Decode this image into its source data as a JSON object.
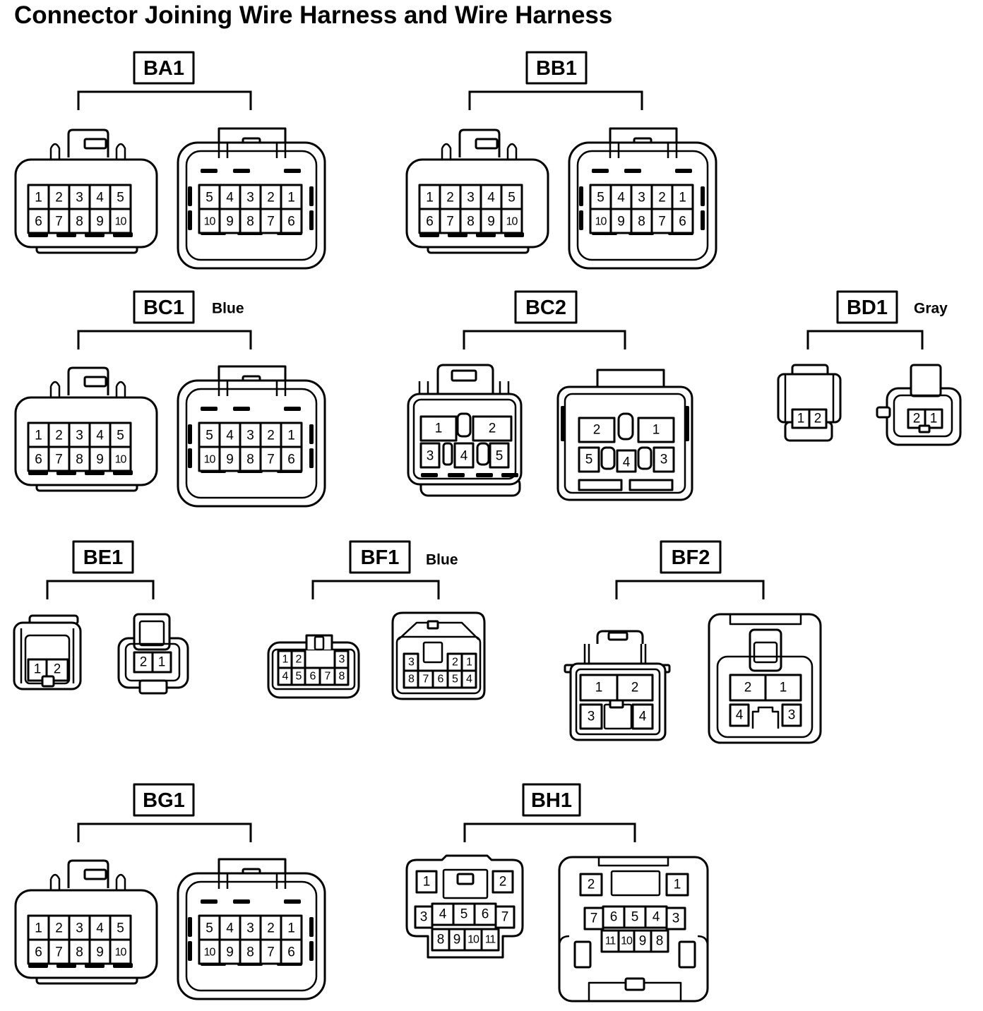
{
  "title": "Connector Joining Wire Harness and Wire Harness",
  "groups": {
    "BA1": {
      "label": "BA1",
      "color": ""
    },
    "BB1": {
      "label": "BB1",
      "color": ""
    },
    "BC1": {
      "label": "BC1",
      "color": "Blue"
    },
    "BC2": {
      "label": "BC2",
      "color": ""
    },
    "BD1": {
      "label": "BD1",
      "color": "Gray"
    },
    "BE1": {
      "label": "BE1",
      "color": ""
    },
    "BF1": {
      "label": "BF1",
      "color": "Blue"
    },
    "BF2": {
      "label": "BF2",
      "color": ""
    },
    "BG1": {
      "label": "BG1",
      "color": ""
    },
    "BH1": {
      "label": "BH1",
      "color": ""
    }
  },
  "pinouts": {
    "ten_pin_male": [
      "1",
      "2",
      "3",
      "4",
      "5",
      "6",
      "7",
      "8",
      "9",
      "10"
    ],
    "ten_pin_female": [
      "5",
      "4",
      "3",
      "2",
      "1",
      "10",
      "9",
      "8",
      "7",
      "6"
    ],
    "bc2_male": [
      "1",
      "2",
      "3",
      "4",
      "5"
    ],
    "bc2_female": [
      "2",
      "1",
      "5",
      "4",
      "3"
    ],
    "two_pin_male": [
      "1",
      "2"
    ],
    "two_pin_female": [
      "2",
      "1"
    ],
    "bf1_male": [
      "1",
      "2",
      "3",
      "4",
      "5",
      "6",
      "7",
      "8"
    ],
    "bf1_female": [
      "3",
      "2",
      "1",
      "8",
      "7",
      "6",
      "5",
      "4"
    ],
    "bf2_male": [
      "1",
      "2",
      "3",
      "4"
    ],
    "bf2_female": [
      "2",
      "1",
      "4",
      "3"
    ],
    "bh1_male": [
      "1",
      "2",
      "3",
      "4",
      "5",
      "6",
      "7",
      "8",
      "9",
      "10",
      "11"
    ],
    "bh1_female": [
      "2",
      "1",
      "7",
      "6",
      "5",
      "4",
      "3",
      "11",
      "10",
      "9",
      "8"
    ]
  }
}
